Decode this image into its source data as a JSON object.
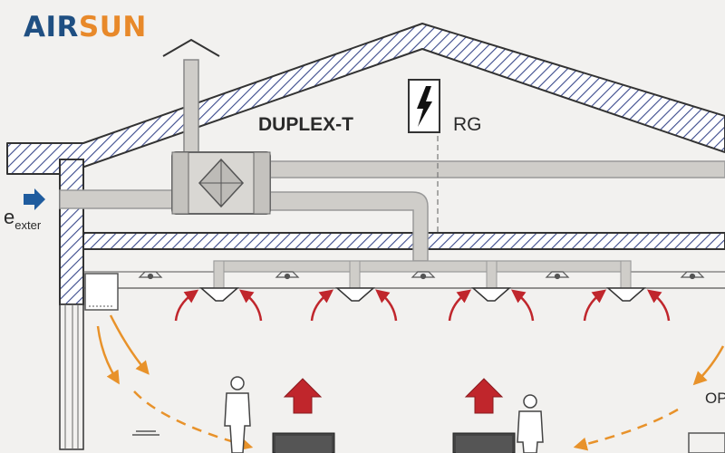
{
  "brand": {
    "part1": "AIR",
    "part2": "SUN"
  },
  "diagram": {
    "unit_label": "DUPLEX-T",
    "controller_label": "RG",
    "exterior_label_main": "e",
    "exterior_label_sub": "exter",
    "right_edge_label": "OP"
  },
  "colors": {
    "roof_hatch": "#3b4a8c",
    "duct": "#cfcdc9",
    "supply_arrow": "#c0262c",
    "flow_arrow": "#e8922a",
    "intake_arrow": "#1f5c9e",
    "logo_air": "#1f4f82",
    "logo_sun": "#e8892a"
  },
  "icons": [
    "high-voltage-icon",
    "intake-arrow-icon",
    "person-icon",
    "up-arrow-icon"
  ]
}
